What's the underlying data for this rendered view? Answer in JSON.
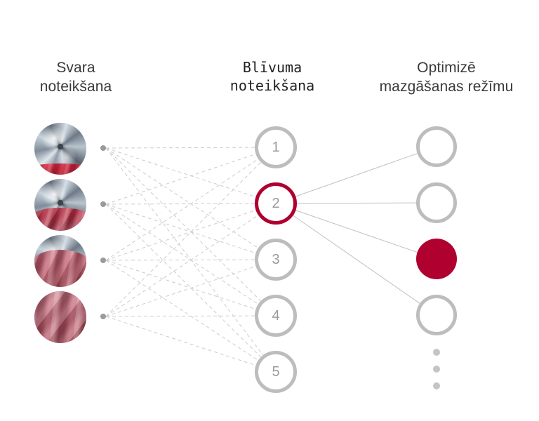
{
  "diagram": {
    "title_weight": "Svara\nnoteikšana",
    "title_density": "Blīvuma\nnoteikšana",
    "title_optimize": "Optimizē\nmazgāšanas režīmu",
    "colors": {
      "accent": "#b0002f",
      "node_outline": "#bdbdbd",
      "edge_dashed": "#cccccc",
      "edge_solid": "#c0c0c0",
      "text": "#3a3a3a",
      "number": "#9b9b9b",
      "background": "#ffffff"
    },
    "input_layer": {
      "name": "Svara noteikšana",
      "items": [
        {
          "label": "drum-load-1",
          "fill_percent": 22,
          "description": "Washing machine drum with small red load"
        },
        {
          "label": "drum-load-2",
          "fill_percent": 45,
          "description": "Washing machine drum with medium red load"
        },
        {
          "label": "drum-load-3",
          "fill_percent": 72,
          "description": "Washing machine drum mostly filled with fabric"
        },
        {
          "label": "drum-load-4",
          "fill_percent": 100,
          "description": "Washing machine drum completely filled with fabric"
        }
      ]
    },
    "hidden_layer": {
      "name": "Blīvuma noteikšana",
      "nodes": [
        {
          "label": "1",
          "active": false
        },
        {
          "label": "2",
          "active": true
        },
        {
          "label": "3",
          "active": false
        },
        {
          "label": "4",
          "active": false
        },
        {
          "label": "5",
          "active": false
        }
      ]
    },
    "output_layer": {
      "name": "Optimizē mazgāšanas režīmu",
      "nodes": [
        {
          "label": "",
          "selected": false
        },
        {
          "label": "",
          "selected": false
        },
        {
          "label": "",
          "selected": true
        },
        {
          "label": "",
          "selected": false
        }
      ],
      "more_indicator": "ellipsis"
    }
  }
}
